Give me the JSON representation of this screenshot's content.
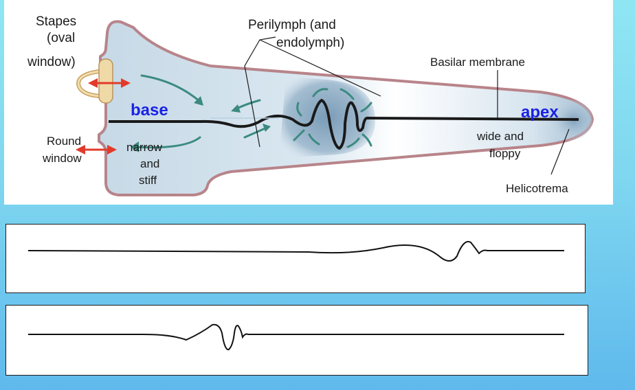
{
  "labels": {
    "stapes_line1": "Stapes",
    "stapes_line2": "(oval",
    "stapes_line3": "window)",
    "perilymph_line1": "Perilymph (and",
    "perilymph_line2": "endolymph)",
    "basilar_membrane": "Basilar membrane",
    "base": "base",
    "apex": "apex",
    "round_window_line1": "Round",
    "round_window_line2": "window",
    "narrow_line1": "narrow",
    "narrow_line2": "and",
    "narrow_line3": "stiff",
    "wide_line1": "wide and",
    "wide_line2": "floppy",
    "helicotrema": "Helicotrema"
  },
  "colors": {
    "background_top": "#8fe6f3",
    "background_bottom": "#5fb9ec",
    "duct_outline": "#b7848a",
    "fluid": "#c9dae6",
    "base_apex_text": "#1a22e6",
    "stapes": "#efd9a6",
    "flow_arrows": "#3b8a80",
    "window_arrows": "#e23a2a",
    "membrane": "#1a1a1a"
  }
}
